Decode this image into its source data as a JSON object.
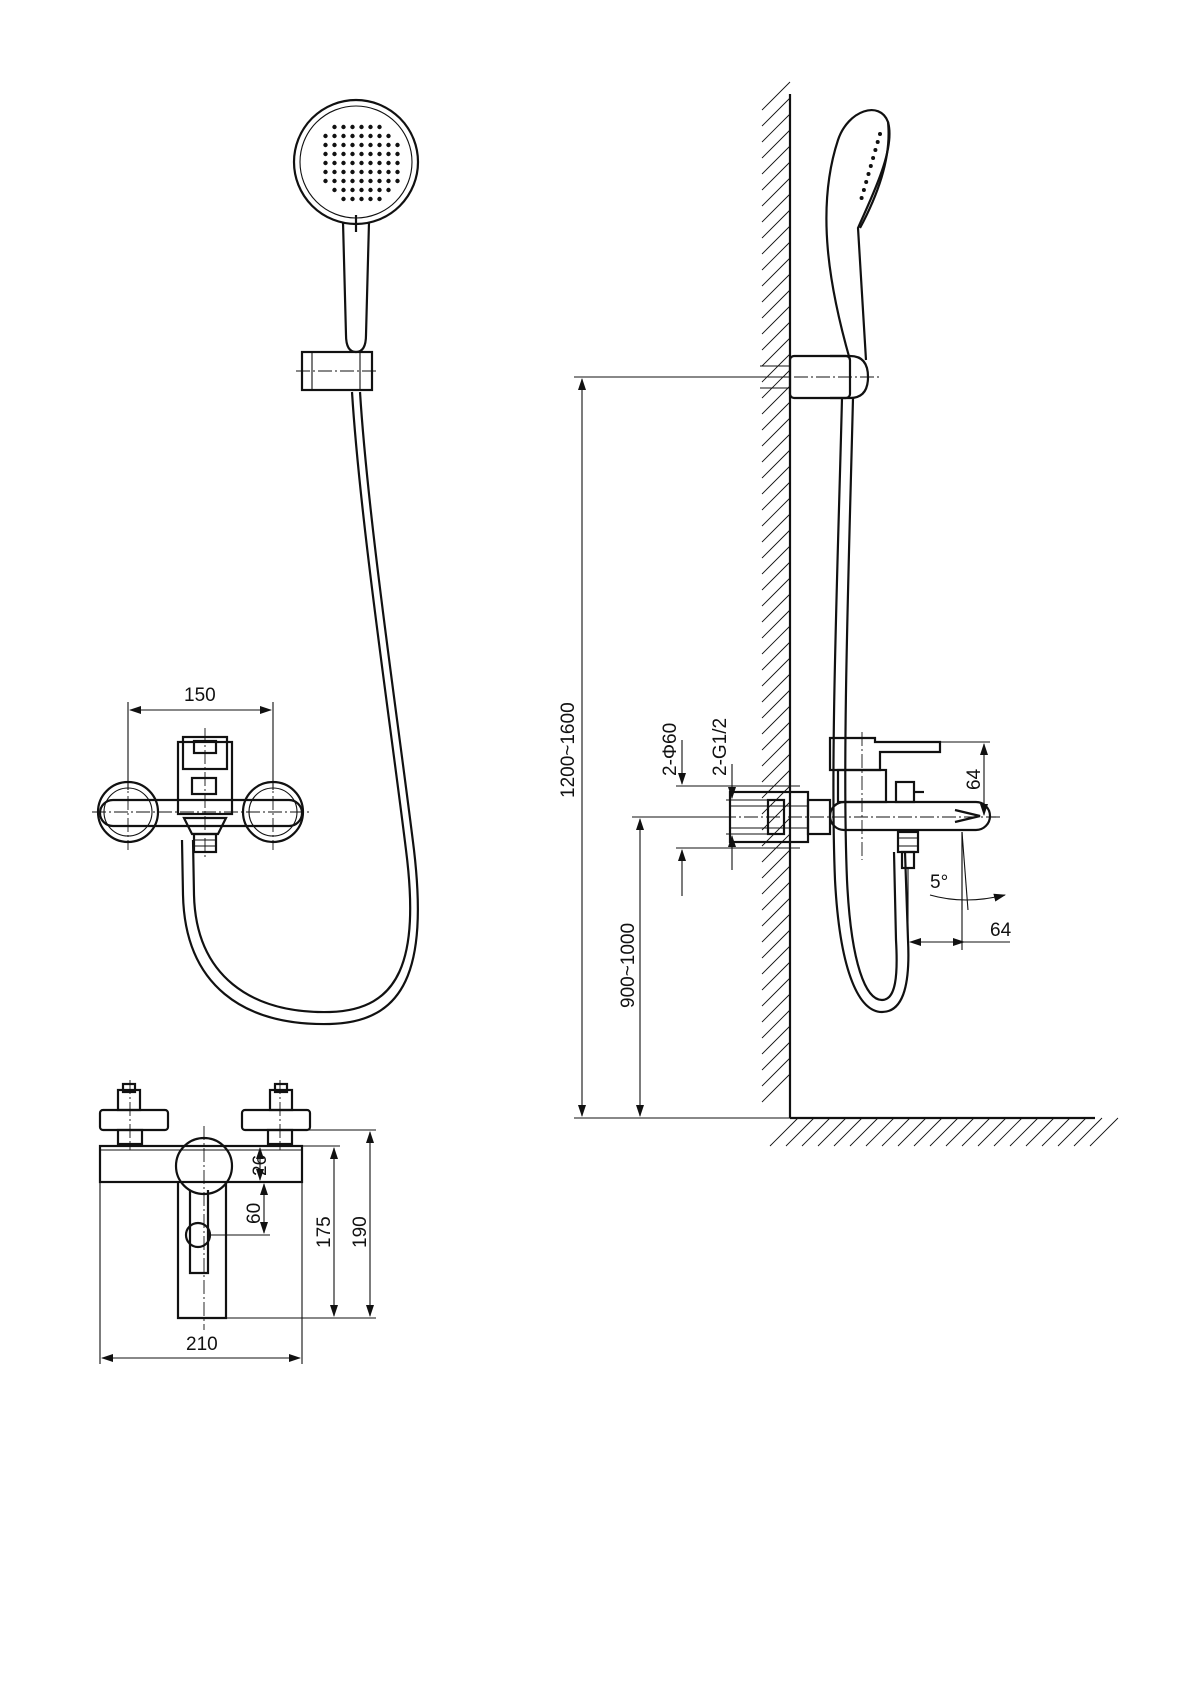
{
  "colors": {
    "line": "#111111",
    "background": "#ffffff"
  },
  "dimensions": {
    "front_width": "150",
    "side_height_range": "1200~1600",
    "mixer_height_range": "900~1000",
    "wall_bore": "2-Φ60",
    "thread": "2-G1/2",
    "body_height": "64",
    "spout_projection": "64",
    "spout_angle": "5°",
    "top_offset": "26",
    "handle_drop": "60",
    "body_depth_175": "175",
    "body_depth_190": "190",
    "body_width": "210"
  }
}
